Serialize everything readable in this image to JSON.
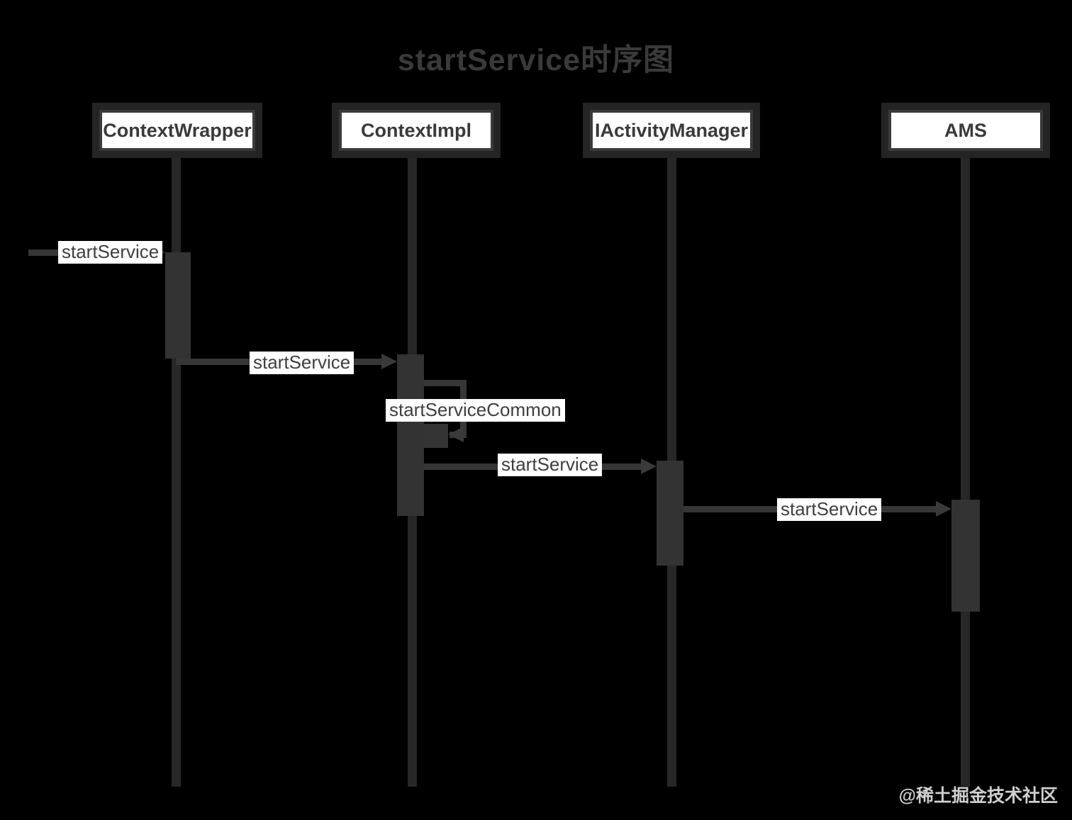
{
  "diagram": {
    "title": "startService时序图",
    "participants": [
      {
        "name": "ContextWrapper"
      },
      {
        "name": "ContextImpl"
      },
      {
        "name": "IActivityManager"
      },
      {
        "name": "AMS"
      }
    ],
    "messages": [
      {
        "label": "startService",
        "from": "(external)",
        "to": "ContextWrapper"
      },
      {
        "label": "startService",
        "from": "ContextWrapper",
        "to": "ContextImpl"
      },
      {
        "label": "startServiceCommon",
        "from": "ContextImpl",
        "to": "ContextImpl",
        "self": true
      },
      {
        "label": "startService",
        "from": "ContextImpl",
        "to": "IActivityManager"
      },
      {
        "label": "startService",
        "from": "IActivityManager",
        "to": "AMS"
      }
    ]
  },
  "watermark": "@稀土掘金技术社区",
  "colors": {
    "background": "#000000",
    "line": "#363636",
    "activation": "#333333",
    "label_bg": "#ffffff",
    "label_text": "#3f3f3f",
    "box_bg": "#ffffff",
    "box_border": "#3a3a3a",
    "title_text": "#3a3a3a",
    "watermark_text": "#cfcfcf"
  }
}
